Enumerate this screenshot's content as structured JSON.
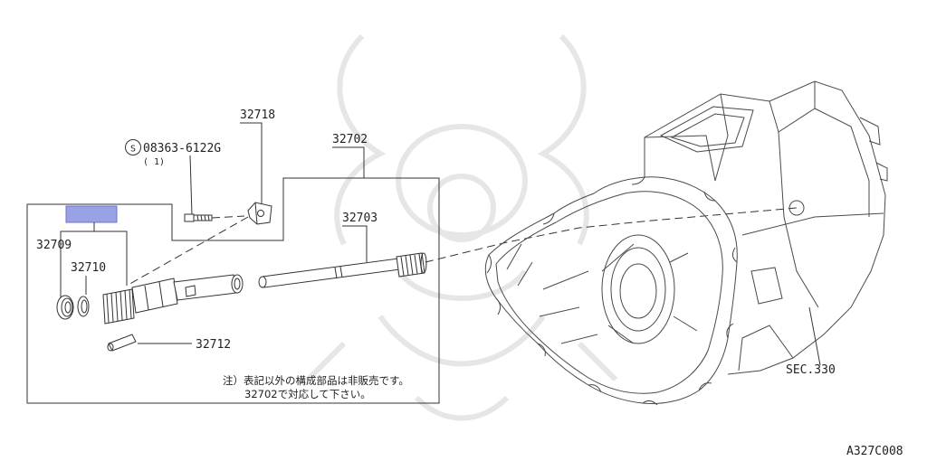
{
  "diagram": {
    "part_labels": {
      "p32718": "32718",
      "p32702": "32702",
      "p32703": "32703",
      "p32709": "32709",
      "p32710": "32710",
      "p32712": "32712",
      "bolt": "08363-6122G",
      "bolt_qty": "( 1)",
      "section": "SEC.330"
    },
    "bolt_symbol": "S",
    "note_line1": "注）表記以外の構成部品は非販売です。",
    "note_line2": "32702で対応して下さい。",
    "figure_code": "A327C008",
    "highlight_color": "#9aa2e6"
  }
}
